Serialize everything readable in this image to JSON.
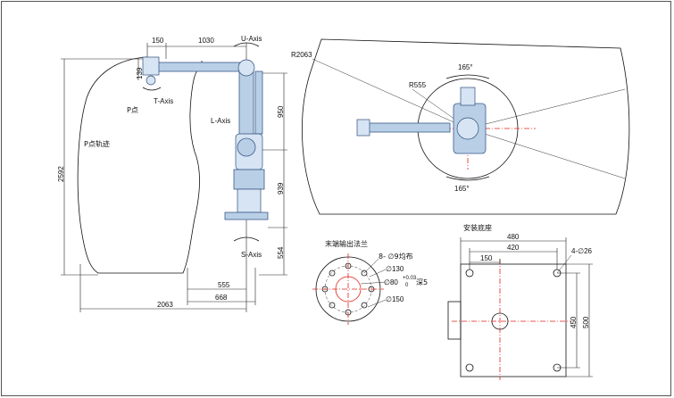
{
  "labels": {
    "u_axis": "U-Axis",
    "t_axis": "T-Axis",
    "l_axis": "L-Axis",
    "s_axis": "S-Axis",
    "p_point": "P点",
    "p_track": "P点轨迹",
    "flange_title": "末端输出法兰",
    "base_title": "安装底座"
  },
  "side_dims": {
    "d150_top": "150",
    "d1030": "1030",
    "d139": "139",
    "d2592": "2592",
    "d950": "950",
    "d939": "939",
    "d554": "554",
    "d555": "555",
    "d668": "668",
    "d2063": "2063"
  },
  "top_dims": {
    "r2063": "R2063",
    "r555": "R555",
    "a165_top": "165°",
    "a165_bottom": "165°"
  },
  "flange_dims": {
    "holes": "8- ∅9均布",
    "d130": "∅130",
    "d80": "∅80",
    "tol_upper": "+0.03",
    "tol_lower": "0",
    "depth": "深5",
    "d150": "∅150"
  },
  "base_dims": {
    "d480": "480",
    "d420": "420",
    "d150": "150",
    "holes": "4-∅26",
    "d450": "450",
    "d500": "500"
  },
  "colors": {
    "robot": "#b9cfe6",
    "red_line": "#e2231a",
    "outline": "#111111"
  }
}
